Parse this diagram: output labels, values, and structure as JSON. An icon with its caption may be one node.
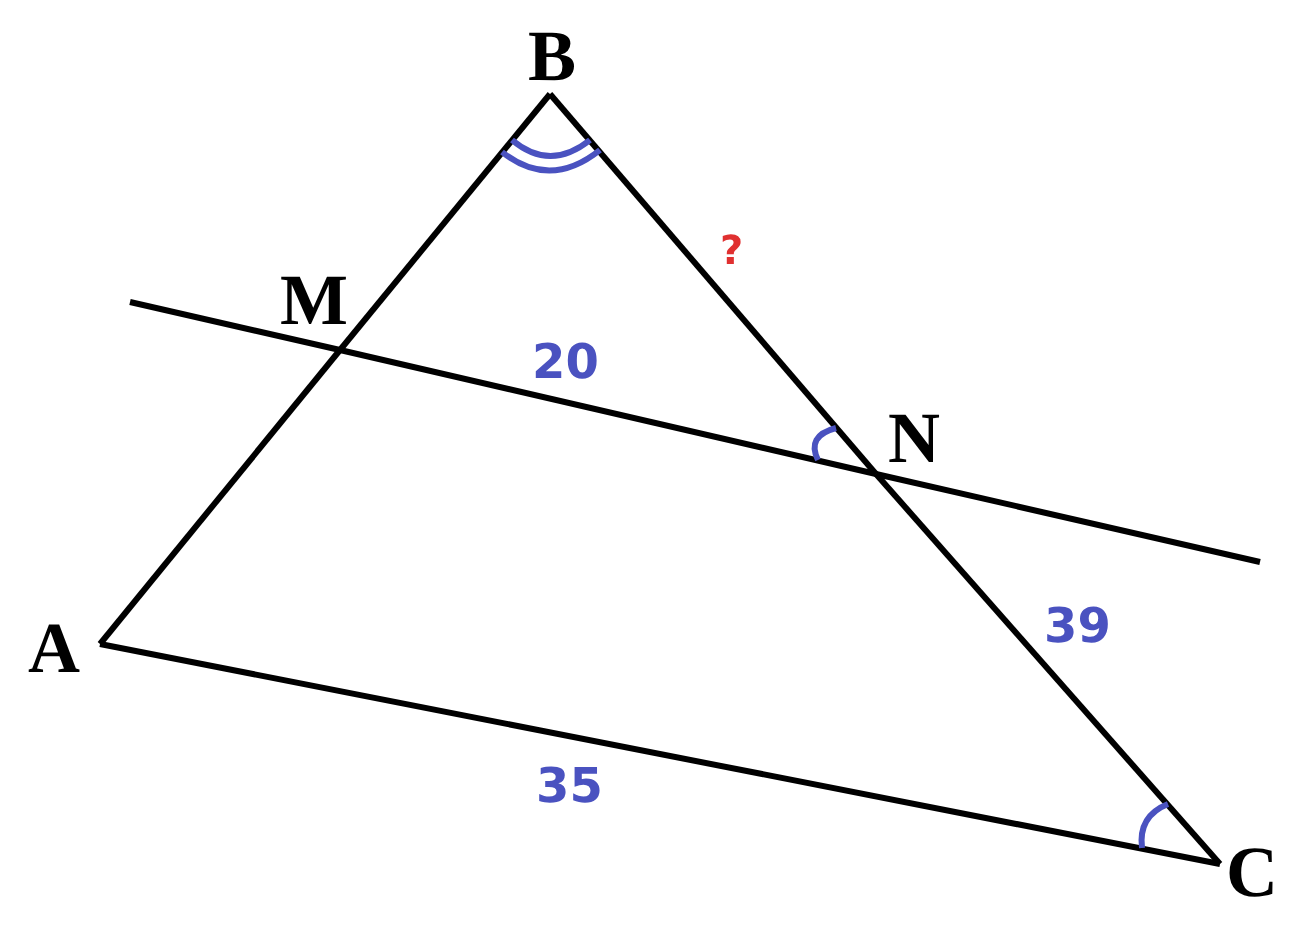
{
  "diagram": {
    "nodes": [
      {
        "text": [
          "B"
        ]
      },
      {
        "text": [
          "M"
        ]
      },
      {
        "text": [
          "N"
        ]
      },
      {
        "text": [
          "A"
        ]
      },
      {
        "text": [
          "C"
        ]
      }
    ],
    "edges": [
      {
        "from": 3,
        "to": 1,
        "arrow": "none"
      },
      {
        "from": 1,
        "to": 0,
        "arrow": "none"
      },
      {
        "from": 0,
        "to": 2,
        "arrow": "none",
        "label": "?"
      },
      {
        "from": 2,
        "to": 4,
        "arrow": "none",
        "label": "39"
      },
      {
        "from": 3,
        "to": 4,
        "arrow": "none",
        "label": "35"
      },
      {
        "from": 1,
        "to": 2,
        "arrow": "none",
        "label": "20"
      }
    ]
  }
}
